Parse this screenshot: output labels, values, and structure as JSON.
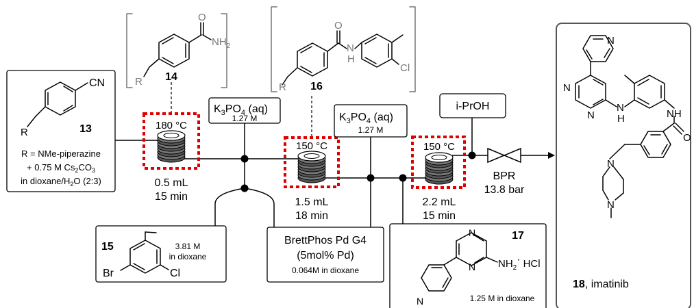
{
  "colors": {
    "reactor_box": "#e10000",
    "product_panel_border": "#555555",
    "bracket": "#888888"
  },
  "compounds": {
    "c13": {
      "number": "13",
      "group": "CN",
      "r_label": "R",
      "note1": "R = NMe-piperazine",
      "note2": "+ 0.75 M Cs",
      "note2_sub": "2",
      "note2_end": "CO",
      "note2_sub2": "3",
      "note3": "in dioxane/H",
      "note3_sub": "2",
      "note3_end": "O (2:3)"
    },
    "c14": {
      "number": "14",
      "o": "O",
      "nh2": "NH",
      "nh2_sub": "2",
      "r_label": "R"
    },
    "c16": {
      "number": "16",
      "o": "O",
      "n": "N",
      "h": "H",
      "cl": "Cl",
      "r_label": "R"
    },
    "c15": {
      "number": "15",
      "br": "Br",
      "cl": "Cl",
      "conc1": "3.81 M",
      "conc2": "in dioxane"
    },
    "c17": {
      "number": "17",
      "n1": "N",
      "n2": "N",
      "n3": "N",
      "nh2": "NH",
      "nh2_sub": "2",
      "dot": "·",
      "hcl": "HCl",
      "conc": "1.25 M in dioxane"
    },
    "c18": {
      "number": "18",
      "name": ", imatinib",
      "n_pyr": "N",
      "n_a": "N",
      "n_b": "N",
      "n_c": "N",
      "h": "H",
      "nh": "NH",
      "o": "O",
      "n_pip1": "N",
      "n_pip2": "N"
    }
  },
  "reagents": {
    "k3po4_1": {
      "label": "K",
      "sub1": "3",
      "mid": "PO",
      "sub2": "4",
      "end": " (aq)",
      "conc": "1.27 M"
    },
    "k3po4_2": {
      "label": "K",
      "sub1": "3",
      "mid": "PO",
      "sub2": "4",
      "end": " (aq)",
      "conc": "1.27 M"
    },
    "catalyst": {
      "line1": "BrettPhos Pd G4",
      "line2": "(5mol% Pd)",
      "line3": "0.064M in dioxane"
    },
    "solvent": {
      "label": "i-PrOH"
    }
  },
  "reactors": [
    {
      "temp": "180 °C",
      "volume": "0.5 mL",
      "time": "15 min"
    },
    {
      "temp": "150 °C",
      "volume": "1.5 mL",
      "time": "18 min"
    },
    {
      "temp": "150 °C",
      "volume": "2.2 mL",
      "time": "15 min"
    }
  ],
  "bpr": {
    "label": "BPR",
    "pressure": "13.8 bar"
  }
}
